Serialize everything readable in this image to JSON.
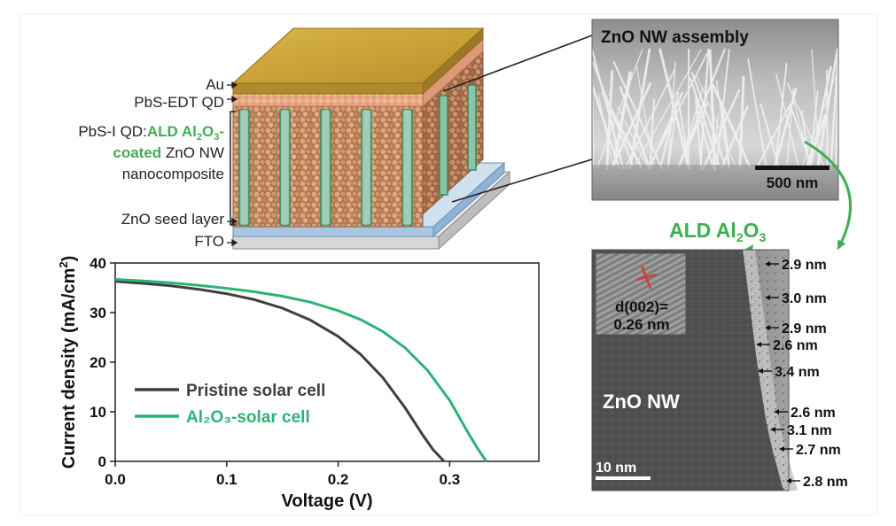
{
  "device": {
    "layers": {
      "au": "Au",
      "pbs_edt": "PbS-EDT QD",
      "nanocomposite_prefix": "PbS-I QD:",
      "nanocomposite_green_line1": "ALD Al",
      "nanocomposite_sub1": "2",
      "nanocomposite_o": "O",
      "nanocomposite_sub2": "3",
      "nanocomposite_dash": "-",
      "nanocomposite_green_line2": "coated",
      "nanocomposite_line2_rest": " ZnO NW",
      "nanocomposite_line3": "nanocomposite",
      "seed": "ZnO seed layer",
      "fto": "FTO"
    }
  },
  "sem": {
    "title": "ZnO NW assembly",
    "scale_bar": "500 nm"
  },
  "tem": {
    "ald_label": "ALD Al",
    "ald_sub1": "2",
    "ald_o": "O",
    "ald_sub2": "3",
    "d_spacing_line1": "d(002)=",
    "d_spacing_line2": "0.26 nm",
    "nw_label": "ZnO NW",
    "scale_bar": "10 nm",
    "thicknesses": [
      "2.9 nm",
      "3.0 nm",
      "2.9 nm",
      "2.6 nm",
      "3.4 nm",
      "2.6 nm",
      "3.1 nm",
      "2.7 nm",
      "2.8 nm"
    ]
  },
  "colors": {
    "gold": "#c69e33",
    "green": "#3fae52",
    "pristine": "#3f3f3f",
    "al2o3": "#2db276",
    "qd": "#d19367"
  },
  "chart_data": {
    "type": "line",
    "xlabel": "Voltage (V)",
    "ylabel": "Current density (mA/cm",
    "ylabel_sup": "2",
    "ylabel_end": ")",
    "xlim": [
      0,
      0.38
    ],
    "ylim": [
      0,
      40
    ],
    "xticks": [
      "0.0",
      "0.1",
      "0.2",
      "0.3"
    ],
    "xtick_values": [
      0,
      0.1,
      0.2,
      0.3
    ],
    "yticks": [
      "0",
      "10",
      "20",
      "30",
      "40"
    ],
    "ytick_values": [
      0,
      10,
      20,
      30,
      40
    ],
    "legend": "center-left",
    "series": [
      {
        "name": "Pristine solar cell",
        "x": [
          0,
          0.025,
          0.05,
          0.075,
          0.1,
          0.125,
          0.15,
          0.175,
          0.2,
          0.22,
          0.24,
          0.26,
          0.275,
          0.285,
          0.295
        ],
        "y": [
          36.3,
          35.9,
          35.4,
          34.7,
          33.8,
          32.6,
          30.9,
          28.5,
          25.2,
          21.6,
          16.9,
          10.8,
          5.6,
          2.4,
          0
        ]
      },
      {
        "name": "Al₂O₃-solar cell",
        "x": [
          0,
          0.025,
          0.05,
          0.075,
          0.1,
          0.125,
          0.15,
          0.175,
          0.2,
          0.22,
          0.24,
          0.26,
          0.28,
          0.3,
          0.315,
          0.325,
          0.333
        ],
        "y": [
          36.7,
          36.4,
          36.0,
          35.5,
          34.9,
          34.2,
          33.3,
          32.1,
          30.4,
          28.6,
          26.2,
          22.9,
          18.4,
          12.3,
          6.4,
          2.6,
          0
        ]
      }
    ]
  }
}
